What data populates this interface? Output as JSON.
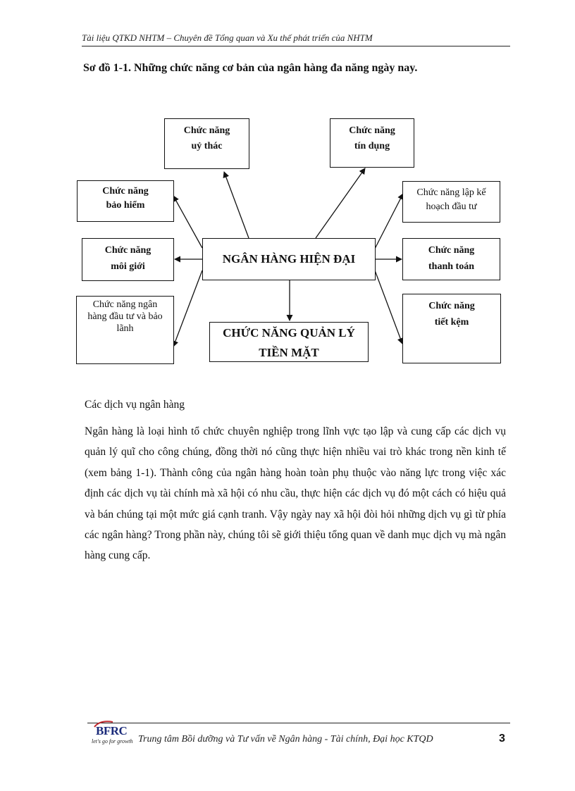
{
  "header": {
    "text": "Tài liệu QTKD NHTM – Chuyên đề Tổng quan và Xu thế phát triển của NHTM"
  },
  "figure": {
    "title": "Sơ đồ 1-1. Những chức năng cơ bản của ngân hàng đa năng ngày nay.",
    "center": "NGÂN HÀNG HIỆN ĐẠI",
    "boxes": {
      "trust": [
        "Chức năng",
        "uỷ thác"
      ],
      "credit": [
        "Chức năng",
        "tín dụng"
      ],
      "insurance": [
        "Chức năng",
        "bảo hiểm"
      ],
      "planning": [
        "Chức năng lập kế",
        "hoạch đầu tư"
      ],
      "brokerage": [
        "Chức năng",
        "môi giới"
      ],
      "payment": [
        "Chức năng",
        "thanh toán"
      ],
      "investment": [
        "Chức năng ngân",
        "hàng đầu tư và bảo",
        "lãnh"
      ],
      "cash": [
        "CHỨC NĂNG QUẢN LÝ",
        "TIỀN MẶT"
      ],
      "savings": [
        "Chức năng",
        "tiết kệm"
      ]
    }
  },
  "body": {
    "section_heading": "Các dịch vụ ngân hàng",
    "paragraph": "Ngân hàng là loại hình tổ chức chuyên nghiệp trong lĩnh vực tạo lập và cung cấp các dịch vụ quản lý quĩ cho công chúng, đồng thời nó cũng thực hiện nhiều vai trò khác trong nền kinh tế (xem bảng 1-1). Thành công của ngân hàng hoàn toàn phụ thuộc vào năng lực trong việc xác định các dịch vụ tài chính mà xã hội có nhu cầu, thực hiện các dịch vụ đó một cách có hiệu quả và bán chúng tại một mức giá cạnh tranh. Vậy ngày nay xã hội đòi hỏi những dịch vụ gì từ phía các ngân hàng? Trong phần này, chúng tôi sẽ giới thiệu tổng quan về danh mục dịch vụ mà ngân hàng cung cấp."
  },
  "footer": {
    "logo_text": "BFRC",
    "logo_tagline": "let's go for growth",
    "text": "Trung tâm Bồi dưỡng và Tư vấn về Ngân hàng - Tài chính, Đại học KTQD",
    "page_number": "3"
  }
}
